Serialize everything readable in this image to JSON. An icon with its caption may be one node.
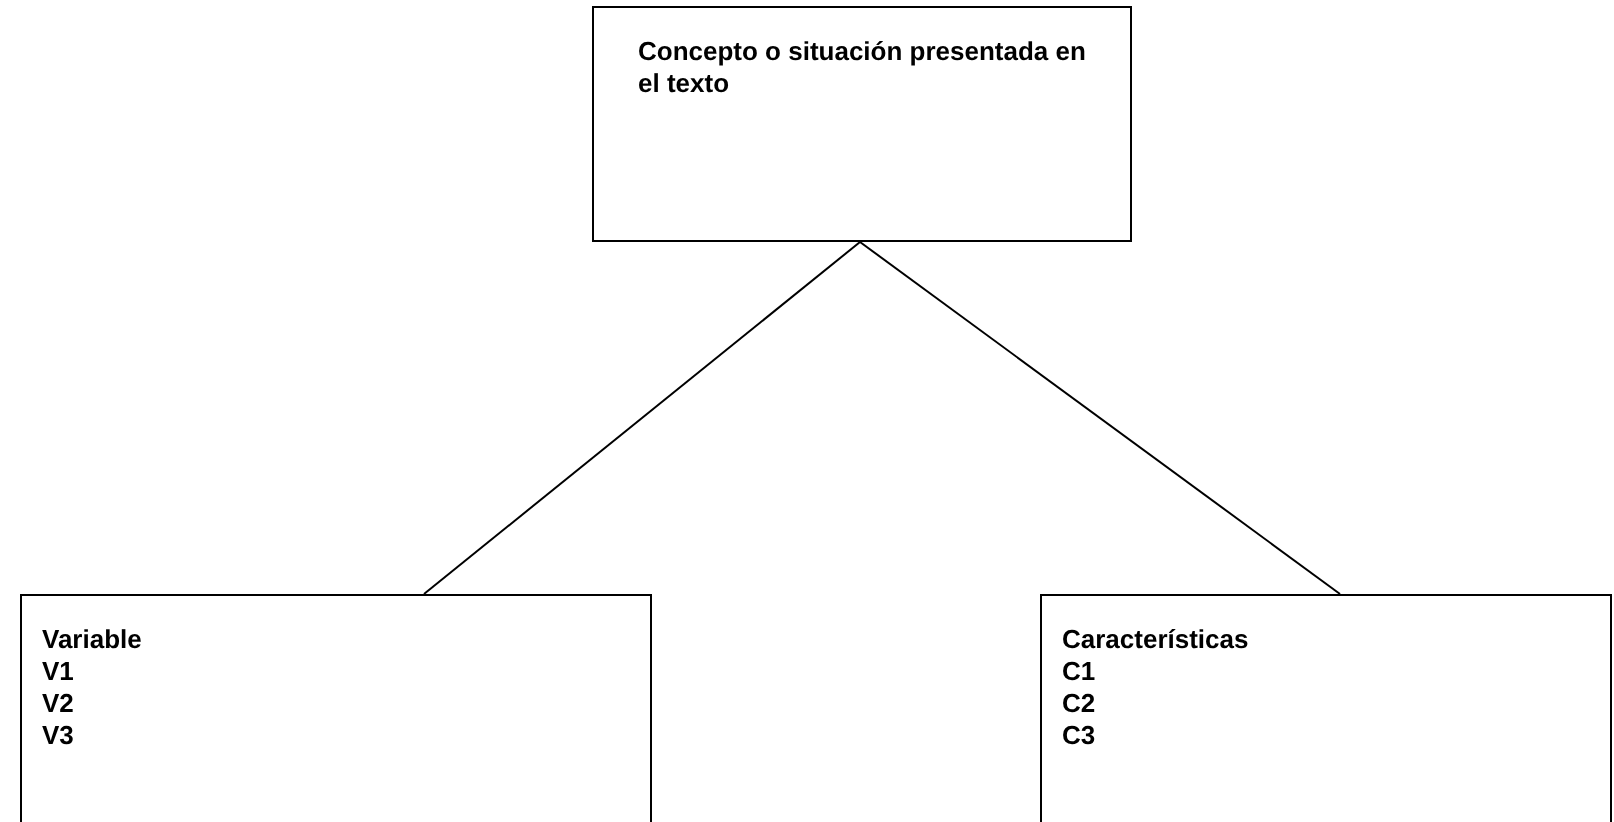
{
  "diagram": {
    "nodes": [
      {
        "text": [
          "Concepto o situación presentada en el texto"
        ]
      },
      {
        "text": [
          "Variable",
          "V1",
          "V2",
          "V3"
        ]
      },
      {
        "text": [
          "Características",
          "C1",
          "C2",
          "C3"
        ]
      }
    ],
    "edges": [
      {
        "from": 0,
        "to": 1,
        "arrow": "none"
      },
      {
        "from": 0,
        "to": 2,
        "arrow": "none"
      }
    ]
  }
}
